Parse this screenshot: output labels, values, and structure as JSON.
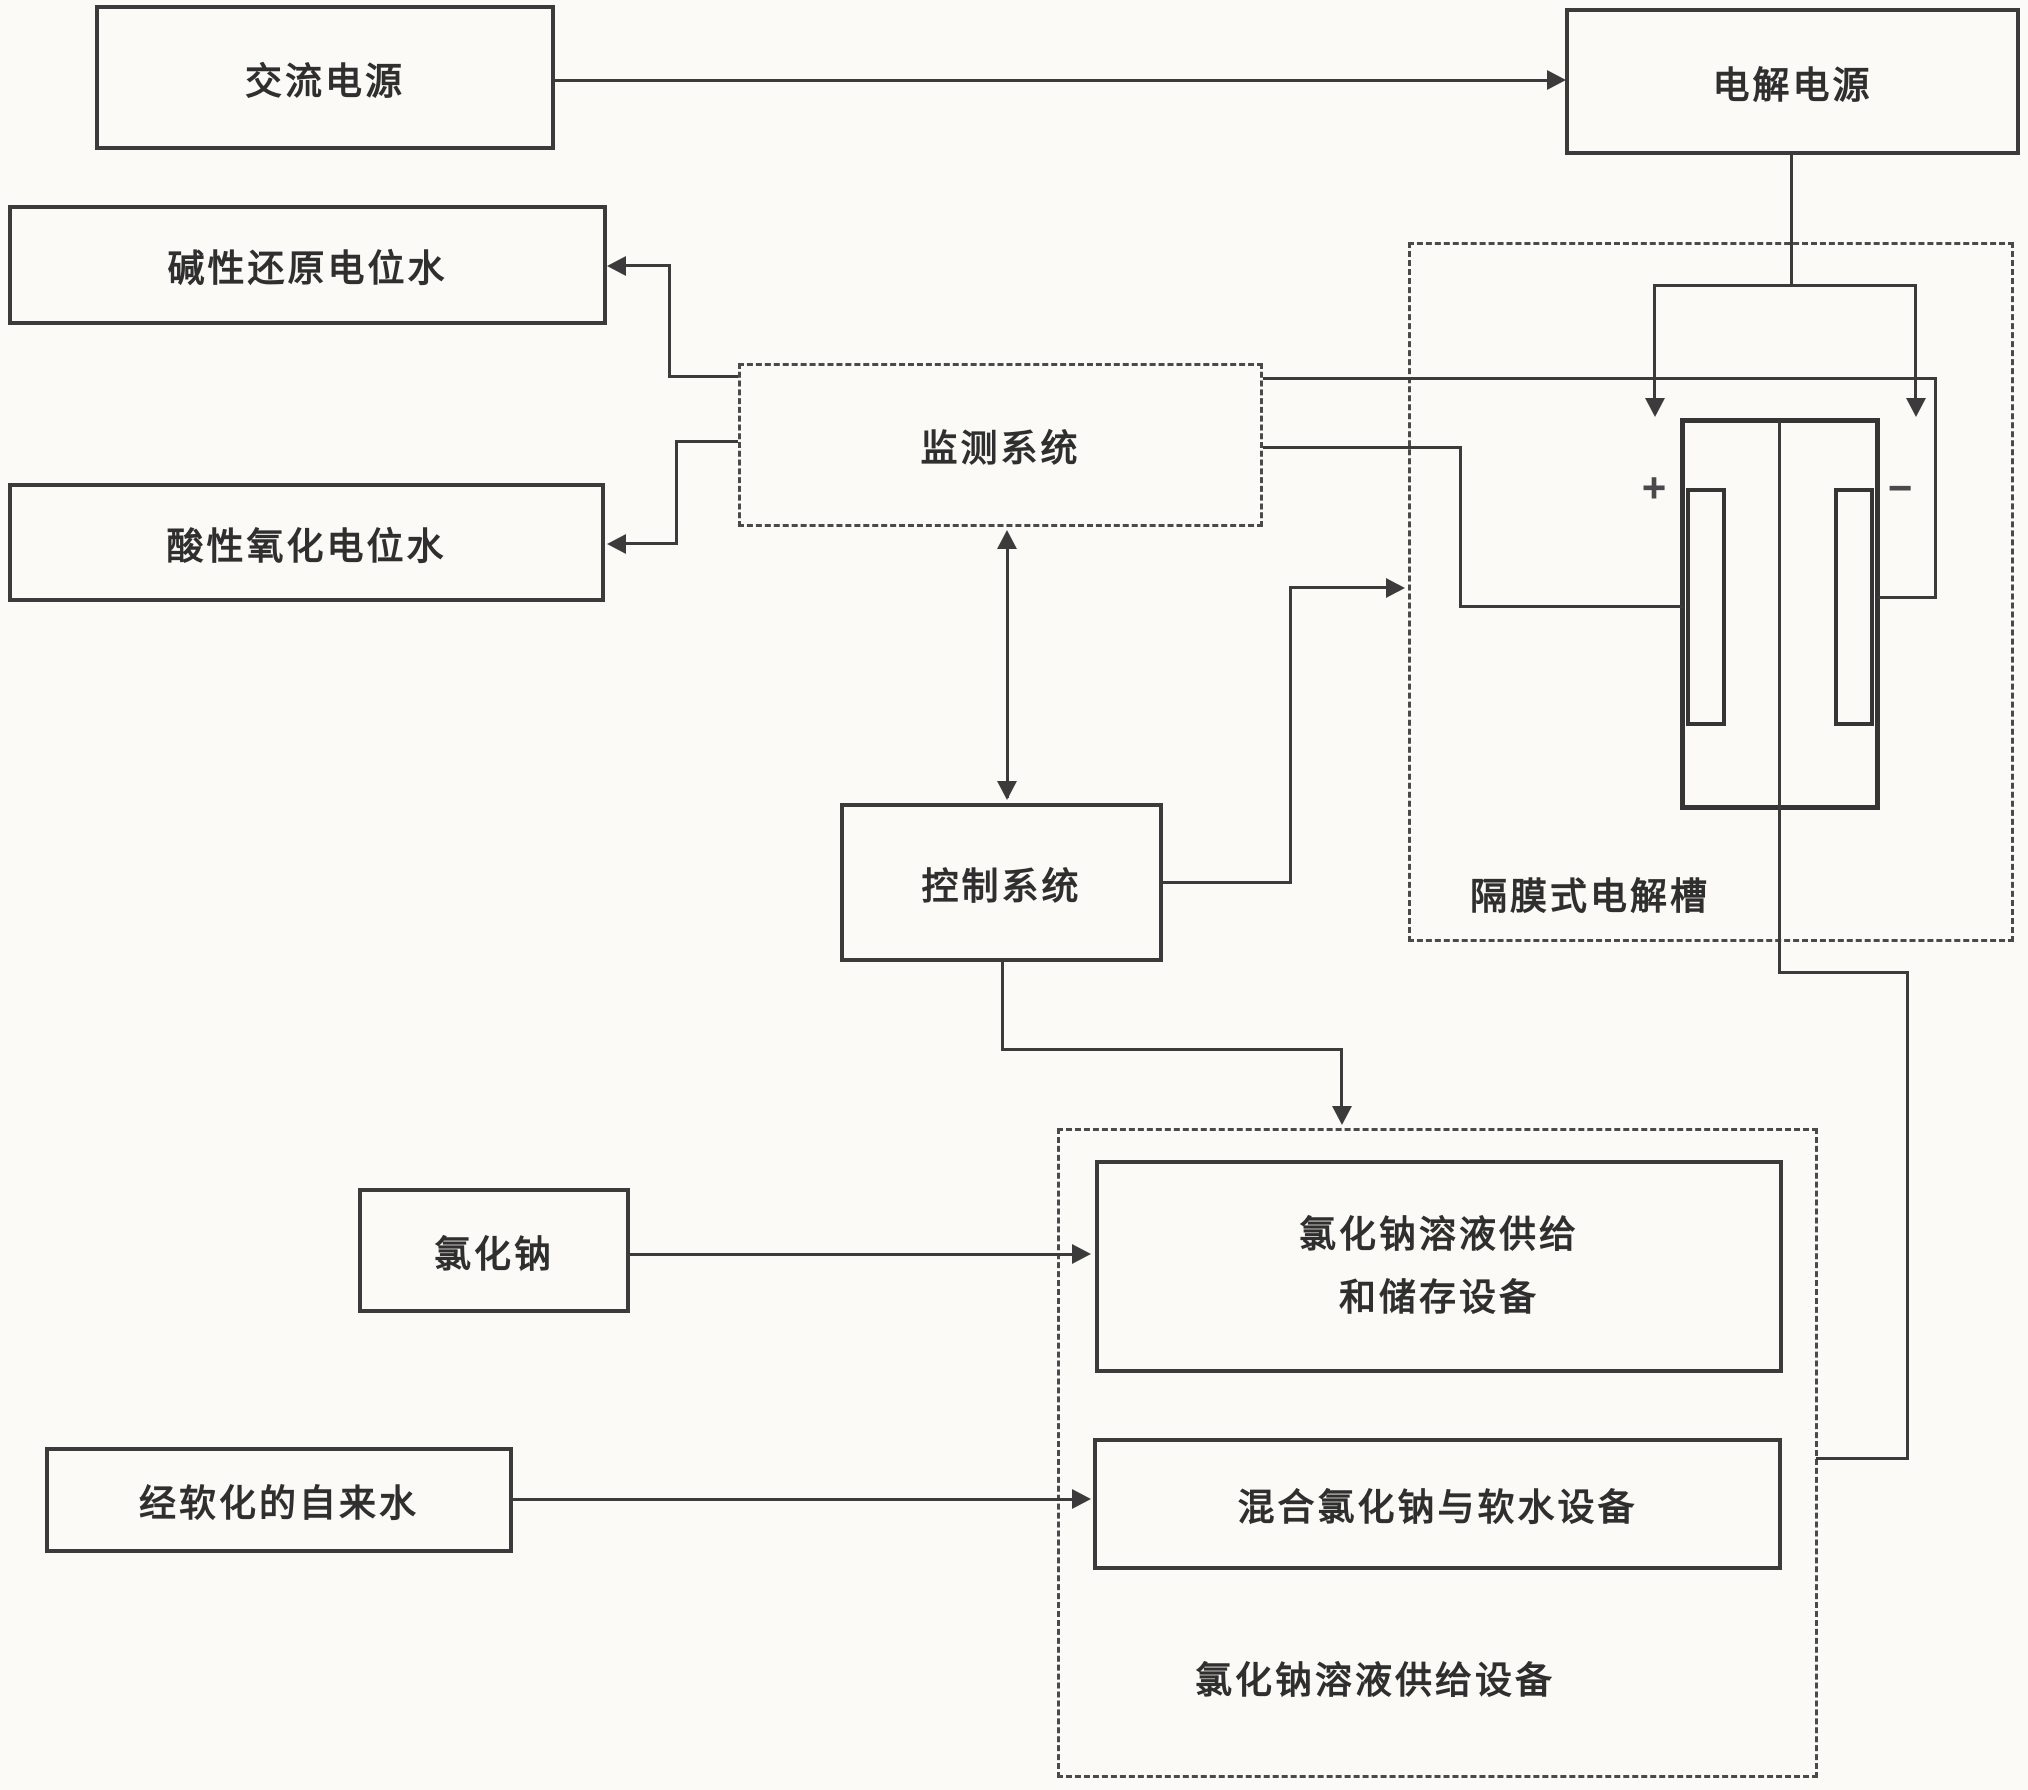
{
  "diagram": {
    "nodes": {
      "ac_power": {
        "label": "交流电源"
      },
      "electrolysis_power": {
        "label": "电解电源"
      },
      "alkaline_water": {
        "label": "碱性还原电位水"
      },
      "acidic_water": {
        "label": "酸性氧化电位水"
      },
      "monitoring_system": {
        "label": "监测系统"
      },
      "control_system": {
        "label": "控制系统"
      },
      "diaphragm_cell": {
        "label": "隔膜式电解槽"
      },
      "sodium_chloride": {
        "label": "氯化钠"
      },
      "softened_tap_water": {
        "label": "经软化的自来水"
      },
      "nacl_supply_storage": {
        "label_line1": "氯化钠溶液供给",
        "label_line2": "和储存设备"
      },
      "mixing_equipment": {
        "label": "混合氯化钠与软水设备"
      },
      "nacl_supply_group": {
        "label": "氯化钠溶液供给设备"
      }
    },
    "symbols": {
      "anode": "+",
      "cathode": "−"
    },
    "colors": {
      "ink": "#3b3b3b",
      "paper": "#fbfaf6"
    }
  }
}
